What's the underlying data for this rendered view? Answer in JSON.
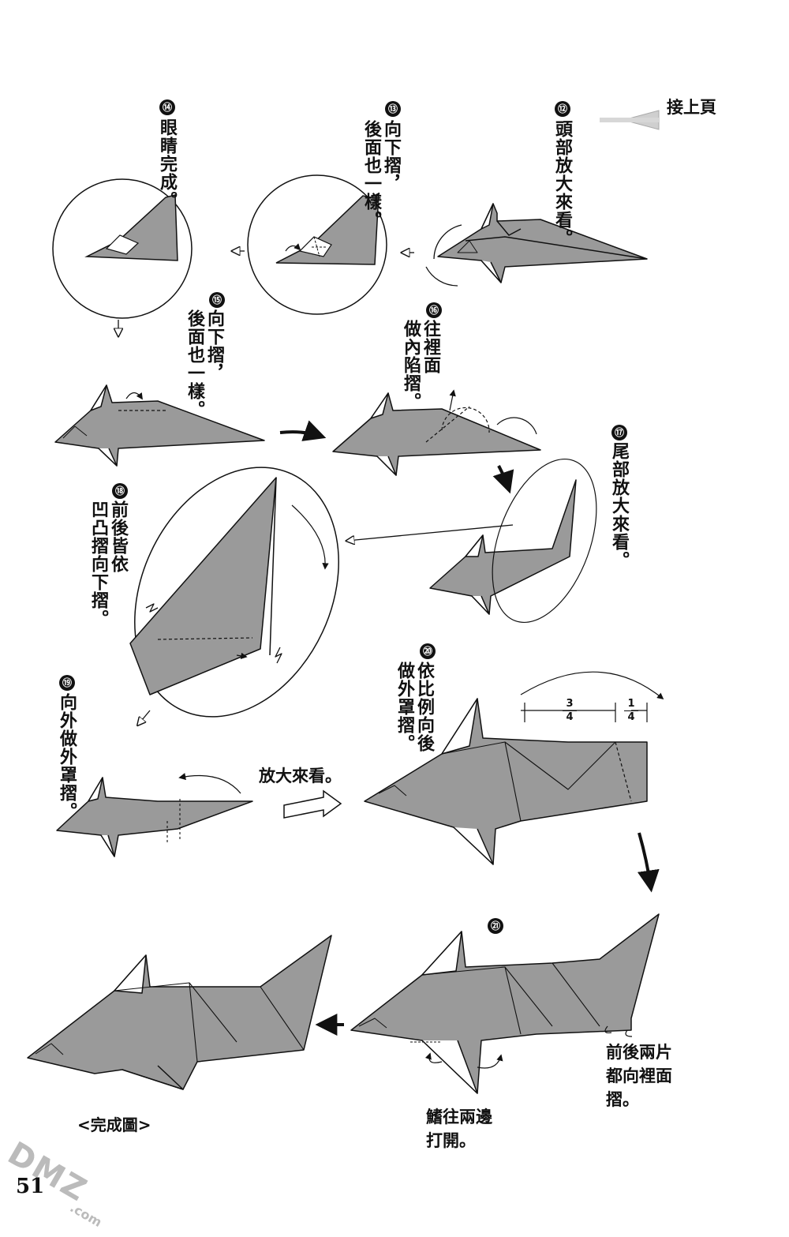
{
  "continue_label": "接上頁",
  "steps": [
    {
      "id": "s12",
      "number": "⑫",
      "text": "頭部放大來看。"
    },
    {
      "id": "s13",
      "number": "⑬",
      "text": "向下摺，\n後面也一樣。"
    },
    {
      "id": "s14",
      "number": "⑭",
      "text": "眼睛完成。"
    },
    {
      "id": "s15",
      "number": "⑮",
      "text": "向下摺，\n後面也一樣。"
    },
    {
      "id": "s16",
      "number": "⑯",
      "text": "往裡面\n做內陷摺。"
    },
    {
      "id": "s17",
      "number": "⑰",
      "text": "尾部放大來看。"
    },
    {
      "id": "s18",
      "number": "⑱",
      "text": "前後皆依\n凹凸摺向下摺。"
    },
    {
      "id": "s19",
      "number": "⑲",
      "text": "向外做外罩摺。"
    },
    {
      "id": "s20",
      "number": "⑳",
      "text": "依比例向後\n做外罩摺。"
    },
    {
      "id": "s21",
      "number": "㉑",
      "text": ""
    }
  ],
  "zoom_label": "放大來看。",
  "fraction_left": {
    "num": "3",
    "den": "4"
  },
  "fraction_right": {
    "num": "1",
    "den": "4"
  },
  "note_tail": "前後兩片\n都向裡面\n摺。",
  "note_fin": "鰭往兩邊\n打開。",
  "complete_label": "<完成圖>",
  "page_number": "51",
  "watermark": "DMZ",
  "watermark_domain": ".com",
  "colors": {
    "paper_gray": "#9a9a9a",
    "ink": "#111111",
    "light": "#d8d8d8"
  }
}
